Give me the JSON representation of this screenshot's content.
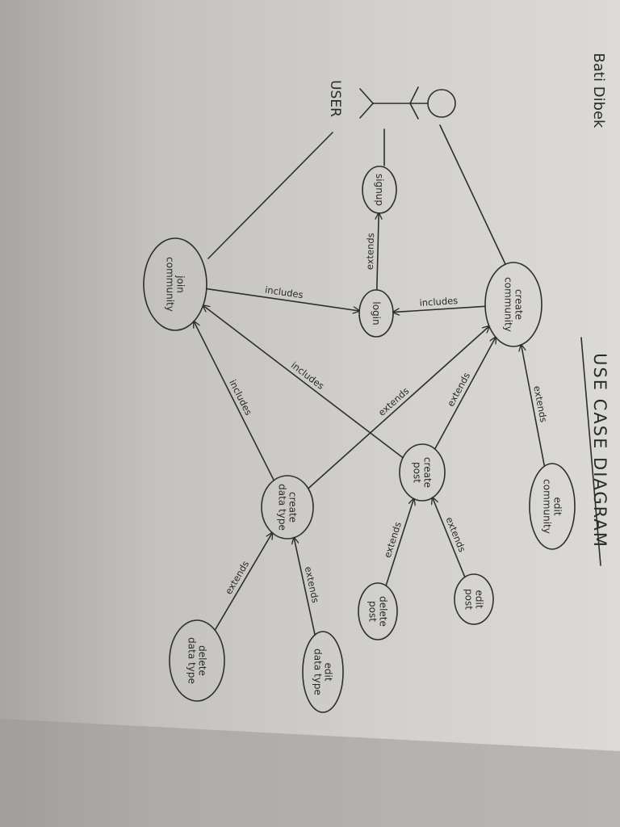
{
  "author": "Bati Dibek",
  "title": "USE CASE DIAGRAM",
  "actor": {
    "name": "USER"
  },
  "use_cases": [
    {
      "id": "signup",
      "label": [
        "signup"
      ]
    },
    {
      "id": "login",
      "label": [
        "login"
      ]
    },
    {
      "id": "join_community",
      "label": [
        "join",
        "community"
      ]
    },
    {
      "id": "create_community",
      "label": [
        "create",
        "community"
      ]
    },
    {
      "id": "edit_community",
      "label": [
        "edit",
        "community"
      ]
    },
    {
      "id": "create_post",
      "label": [
        "create",
        "post"
      ]
    },
    {
      "id": "edit_post",
      "label": [
        "edit",
        "post"
      ]
    },
    {
      "id": "delete_post",
      "label": [
        "delete",
        "post"
      ]
    },
    {
      "id": "create_datatype",
      "label": [
        "create",
        "data type"
      ]
    },
    {
      "id": "delete_datatype",
      "label": [
        "delete",
        "data type"
      ]
    },
    {
      "id": "edit_datatype",
      "label": [
        "edit",
        "data type"
      ]
    }
  ],
  "relationships": [
    {
      "from": "login",
      "to": "signup",
      "label": "extends"
    },
    {
      "from": "join_community",
      "to": "login",
      "label": "includes"
    },
    {
      "from": "create_community",
      "to": "login",
      "label": "includes"
    },
    {
      "from": "create_post",
      "to": "join_community",
      "label": "includes"
    },
    {
      "from": "create_datatype",
      "to": "join_community",
      "label": "includes"
    },
    {
      "from": "create_datatype",
      "to": "create_community",
      "label": "extends"
    },
    {
      "from": "create_post",
      "to": "create_community",
      "label": "extends"
    },
    {
      "from": "edit_community",
      "to": "create_community",
      "label": "extends"
    },
    {
      "from": "edit_post",
      "to": "create_post",
      "label": "extends"
    },
    {
      "from": "delete_post",
      "to": "create_post",
      "label": "extends"
    },
    {
      "from": "delete_datatype",
      "to": "create_datatype",
      "label": "extends"
    },
    {
      "from": "edit_datatype",
      "to": "create_datatype",
      "label": "extends"
    }
  ],
  "associations": [
    {
      "from": "actor",
      "to": "join_community"
    },
    {
      "from": "actor",
      "to": "signup"
    },
    {
      "from": "actor",
      "to": "create_community"
    }
  ]
}
